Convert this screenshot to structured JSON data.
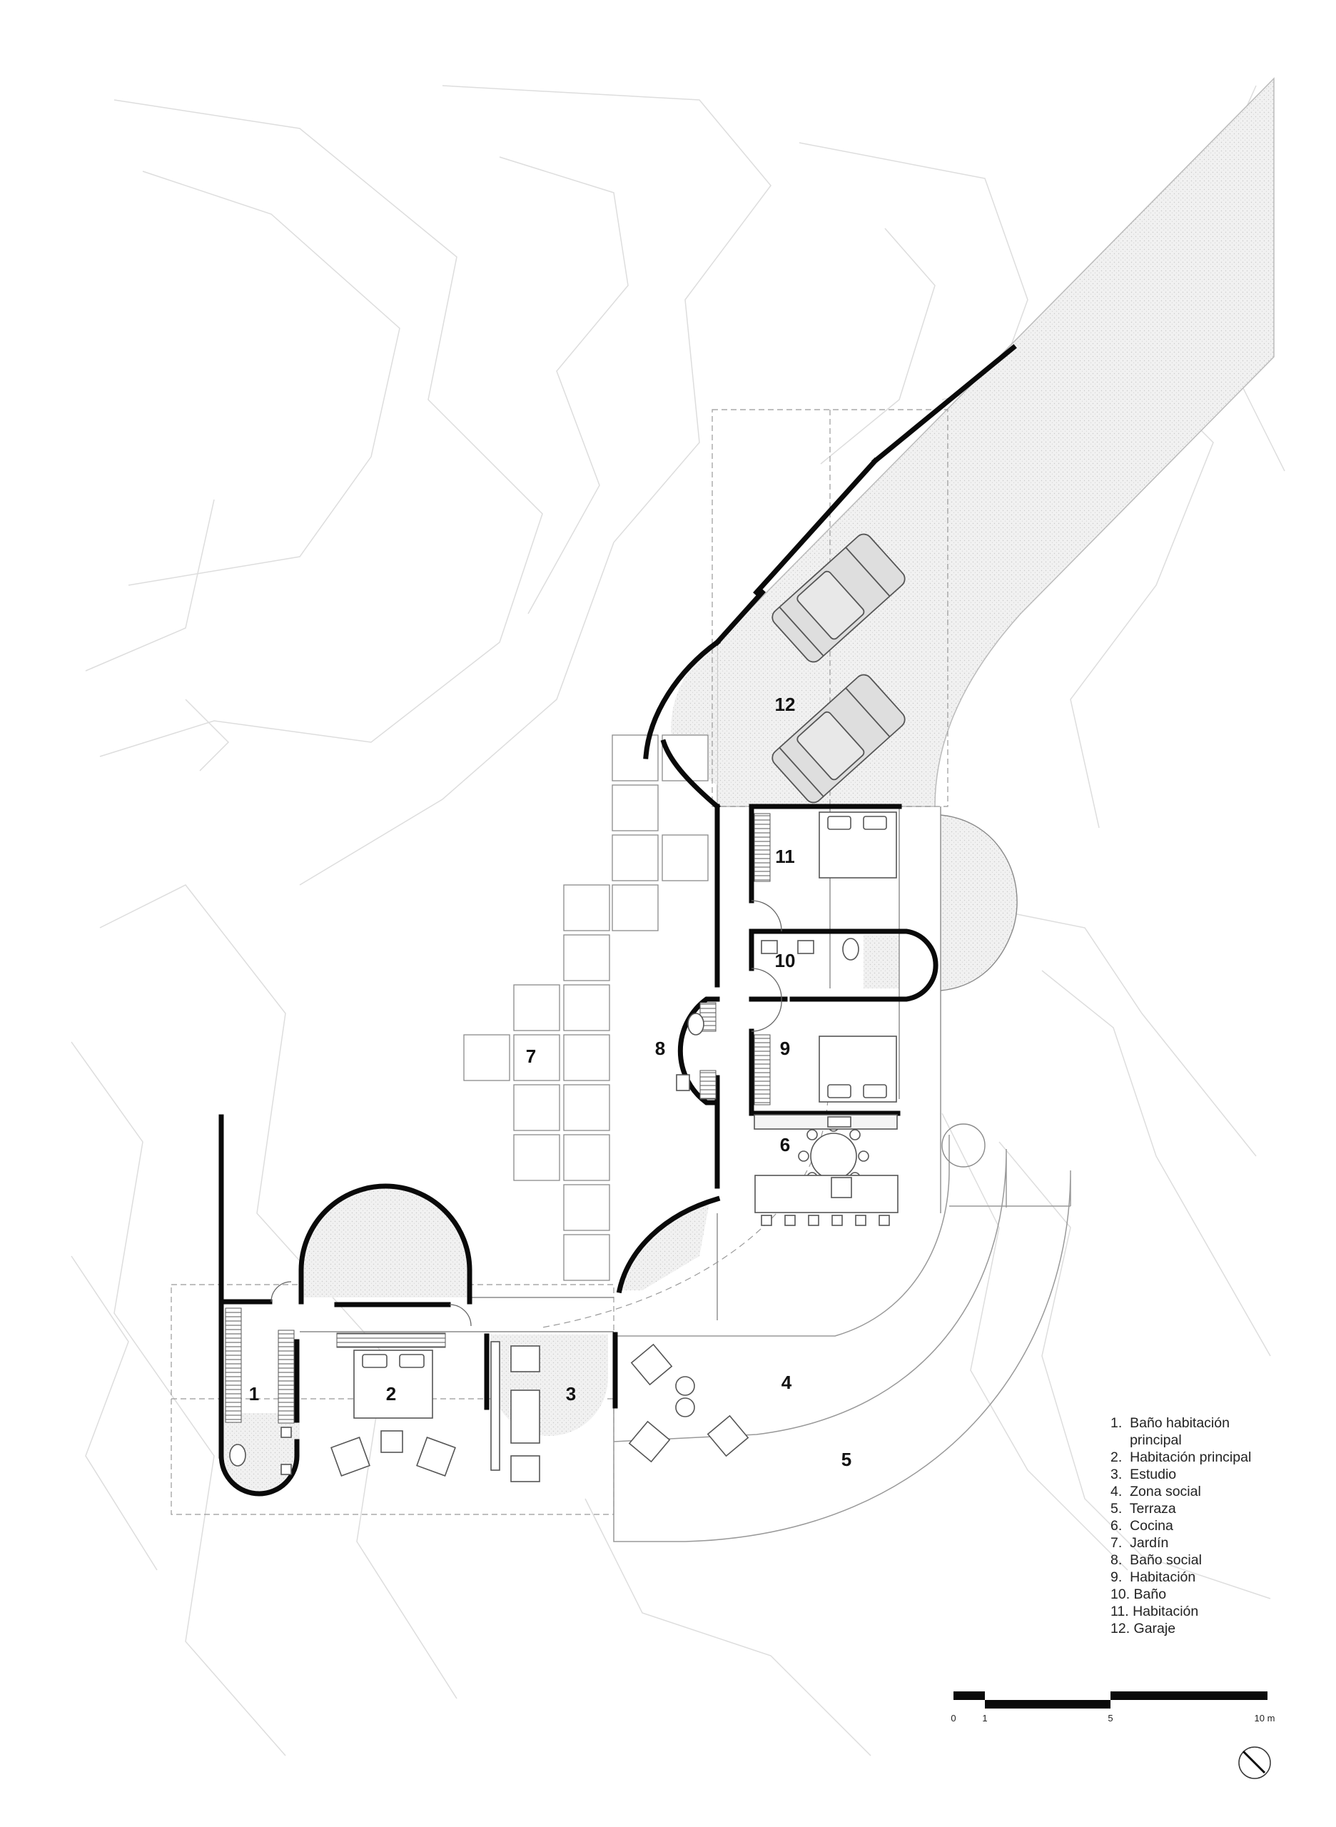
{
  "rooms": [
    {
      "num": "1"
    },
    {
      "num": "2"
    },
    {
      "num": "3"
    },
    {
      "num": "4"
    },
    {
      "num": "5"
    },
    {
      "num": "6"
    },
    {
      "num": "7"
    },
    {
      "num": "8"
    },
    {
      "num": "9"
    },
    {
      "num": "10"
    },
    {
      "num": "11"
    },
    {
      "num": "12"
    }
  ],
  "legend": [
    "1.  Baño habitación",
    "     principal",
    "2.  Habitación principal",
    "3.  Estudio",
    "4.  Zona social",
    "5.  Terraza",
    "6.  Cocina",
    "7.  Jardín",
    "8.  Baño social",
    "9.  Habitación",
    "10. Baño",
    "11. Habitación",
    "12. Garaje"
  ],
  "scale_bar": {
    "ticks": [
      "0",
      "1",
      "5",
      "10 m"
    ]
  },
  "colors": {
    "wall": "#0a0a0a",
    "line": "#999999",
    "fill": "#ececec",
    "contour": "#dddddd"
  },
  "icons": {
    "north_arrow": "north-arrow-icon"
  }
}
